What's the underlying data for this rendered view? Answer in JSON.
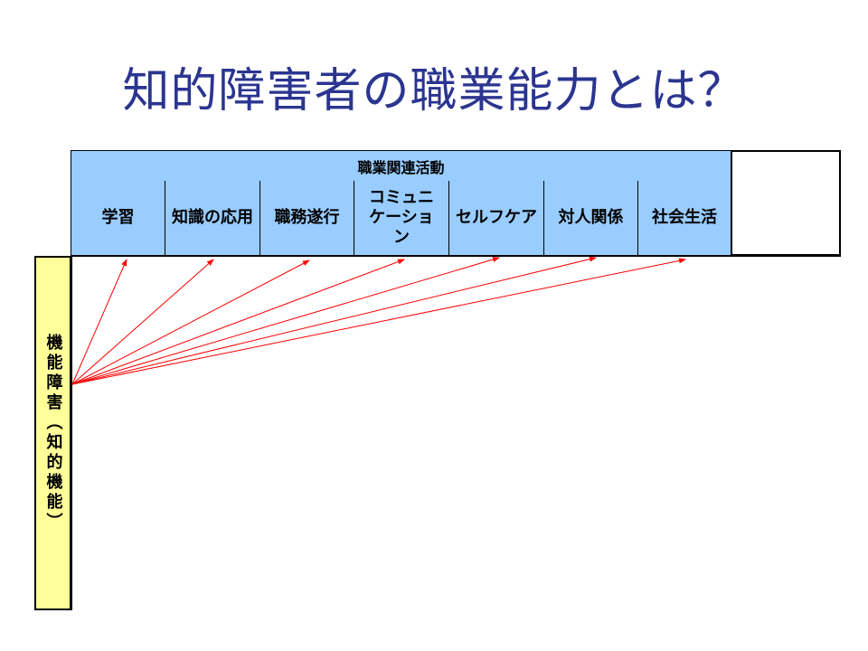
{
  "title": "知的障害者の職業能力とは？",
  "table": {
    "group_header": "職業関連活動",
    "columns": [
      "学習",
      "知識の応用",
      "職務遂行",
      "コミュニケーション",
      "セルフケア",
      "対人関係",
      "社会生活"
    ],
    "row_header": "機能障害（知的機能）"
  },
  "colors": {
    "title": "#2b3590",
    "header_bg": "#99ccff",
    "row_bg": "#ffff99",
    "arrow": "#ff0000"
  }
}
